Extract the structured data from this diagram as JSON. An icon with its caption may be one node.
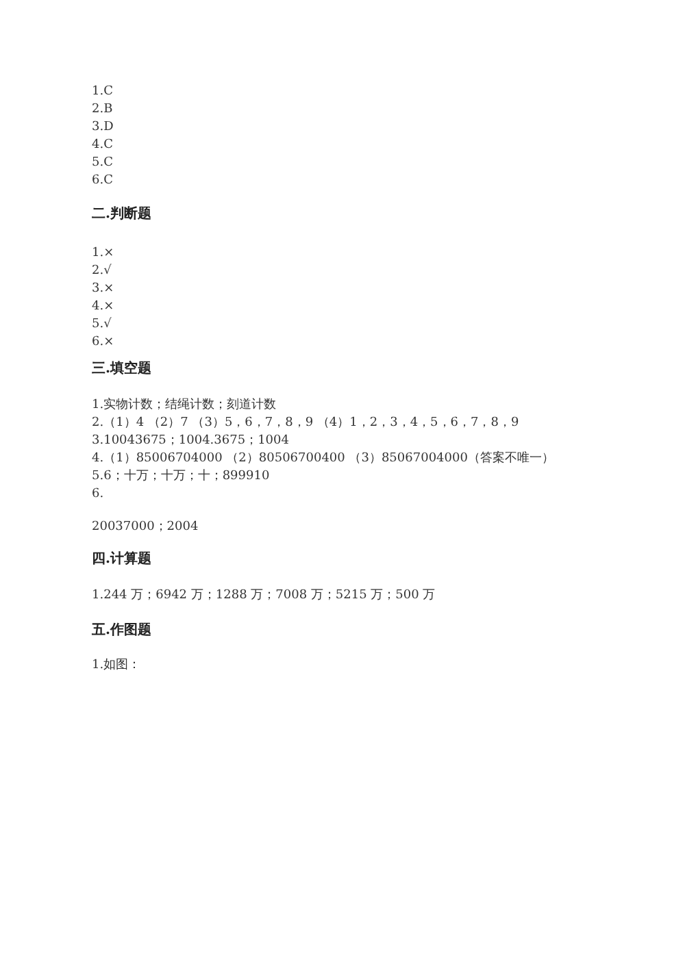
{
  "diagram": {
    "labels": [
      "1.C",
      "2.B",
      "3.D",
      "4.C",
      "5.C",
      "6.C",
      "二.判断题",
      "1.×",
      "2.√",
      "3.×",
      "4.×",
      "5.√",
      "6.×",
      "三.填空题",
      "1.实物计数；结绳计数；刻道计数",
      "2.（1）4 （2）7 （3）5，6，7，8，9 （4）1，2，3，4，5，6，7，8，9",
      "3.10043675；1004.3675；1004",
      "4.（1）85006704000 （2）80506700400 （3）85067004000（答案不唯一）",
      "5.6；十万；十万；十；899910",
      "6.",
      "20037000；2004",
      "四.计算题",
      "1.244 万；6942 万；1288 万；7008 万；5215 万；500 万",
      "五.作图题",
      "1.如图："
    ]
  }
}
